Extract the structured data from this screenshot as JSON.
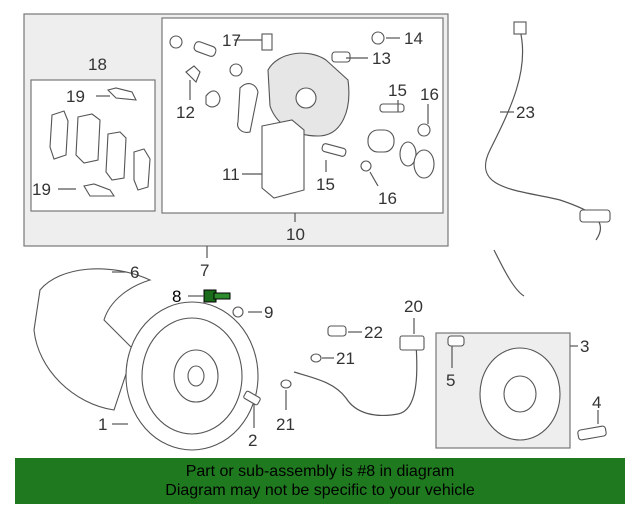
{
  "callouts": {
    "n1": "1",
    "n2": "2",
    "n3": "3",
    "n4": "4",
    "n5": "5",
    "n6": "6",
    "n7": "7",
    "n8": "8",
    "n9": "9",
    "n10": "10",
    "n11": "11",
    "n12": "12",
    "n13": "13",
    "n14": "14",
    "n15a": "15",
    "n15b": "15",
    "n16a": "16",
    "n16b": "16",
    "n17": "17",
    "n18": "18",
    "n19a": "19",
    "n19b": "19",
    "n20": "20",
    "n21a": "21",
    "n21b": "21",
    "n22": "22",
    "n23": "23"
  },
  "banner": {
    "line1": "Part or sub-assembly is #8 in diagram",
    "line2": "Diagram may not be specific to your vehicle"
  },
  "colors": {
    "banner_bg": "#1f7a1f",
    "box_shade": "#eeeeee",
    "line": "#555555"
  }
}
